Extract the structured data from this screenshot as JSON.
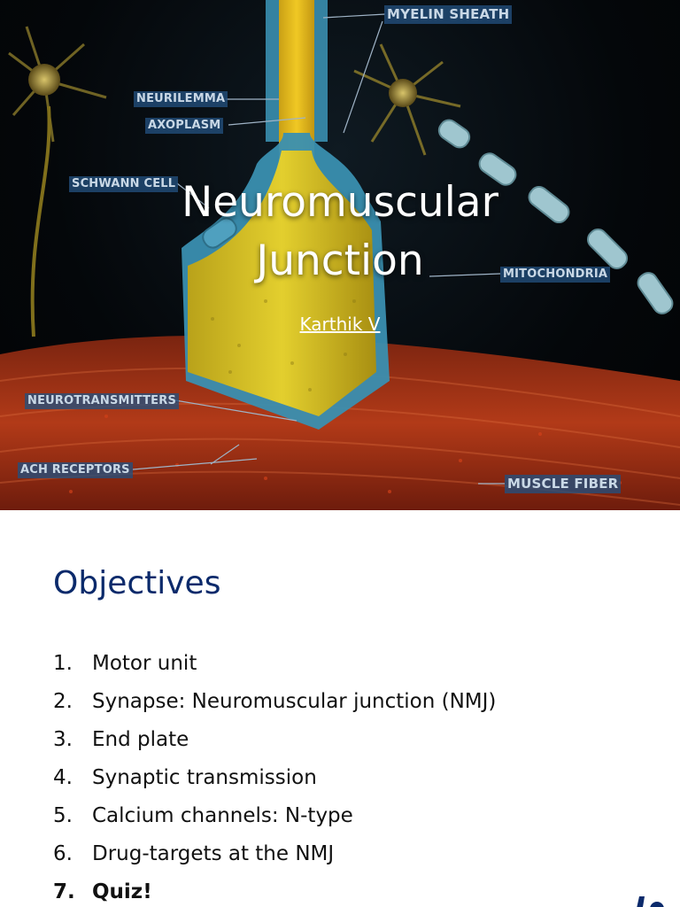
{
  "slide1": {
    "title_line1": "Neuromuscular",
    "title_line2": "Junction",
    "author": "Karthik V",
    "labels": {
      "myelin_sheath": "MYELIN SHEATH",
      "neurilemma": "NEURILEMMA",
      "axoplasm": "AXOPLASM",
      "schwann_cell": "SCHWANN CELL",
      "mitochondria": "MITOCHONDRIA",
      "neurotransmitters": "NEUROTRANSMITTERS",
      "ach_receptors": "ACH RECEPTORS",
      "muscle_fiber": "MUSCLE FIBER"
    }
  },
  "slide2": {
    "heading": "Objectives",
    "items": [
      {
        "num": "1.",
        "text": "Motor unit"
      },
      {
        "num": "2.",
        "text": "Synapse: Neuromuscular junction (NMJ)"
      },
      {
        "num": "3.",
        "text": "End plate"
      },
      {
        "num": "4.",
        "text": "Synaptic transmission"
      },
      {
        "num": "5.",
        "text": "Calcium channels: N-type"
      },
      {
        "num": "6.",
        "text": "Drug-targets at the NMJ"
      },
      {
        "num": "7.",
        "text": "Quiz!"
      }
    ]
  },
  "colors": {
    "heading_blue": "#0b2a6b",
    "label_bg": "#23507d",
    "axon_yellow": "#e8c21e",
    "myelin_blue": "#3a8fb0",
    "muscle_red": "#9a2a12"
  }
}
